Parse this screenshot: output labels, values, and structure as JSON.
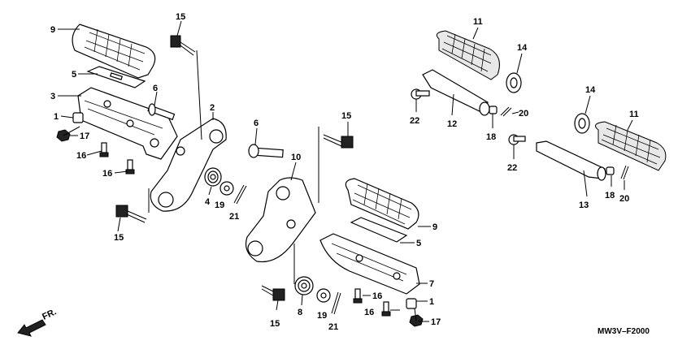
{
  "diagram_code": "MW3V–F2000",
  "direction_label": "FR.",
  "callouts": [
    {
      "text": "9"
    },
    {
      "text": "15"
    },
    {
      "text": "5"
    },
    {
      "text": "6"
    },
    {
      "text": "3"
    },
    {
      "text": "2"
    },
    {
      "text": "1"
    },
    {
      "text": "17"
    },
    {
      "text": "16"
    },
    {
      "text": "16"
    },
    {
      "text": "4"
    },
    {
      "text": "19"
    },
    {
      "text": "21"
    },
    {
      "text": "15"
    },
    {
      "text": "6"
    },
    {
      "text": "15"
    },
    {
      "text": "10"
    },
    {
      "text": "9"
    },
    {
      "text": "5"
    },
    {
      "text": "7"
    },
    {
      "text": "8"
    },
    {
      "text": "19"
    },
    {
      "text": "21"
    },
    {
      "text": "15"
    },
    {
      "text": "16"
    },
    {
      "text": "16"
    },
    {
      "text": "1"
    },
    {
      "text": "17"
    },
    {
      "text": "11"
    },
    {
      "text": "14"
    },
    {
      "text": "22"
    },
    {
      "text": "12"
    },
    {
      "text": "20"
    },
    {
      "text": "18"
    },
    {
      "text": "14"
    },
    {
      "text": "11"
    },
    {
      "text": "22"
    },
    {
      "text": "13"
    },
    {
      "text": "18"
    },
    {
      "text": "20"
    }
  ]
}
